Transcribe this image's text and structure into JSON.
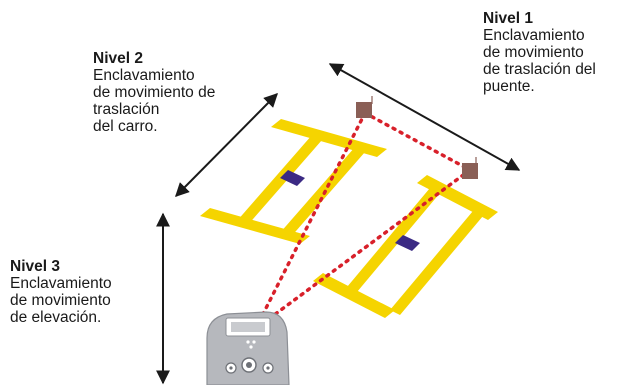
{
  "labels": {
    "level1": {
      "title": "Nivel 1",
      "lines": [
        "Enclavamiento",
        "de movimiento",
        "de traslación del",
        "puente."
      ]
    },
    "level2": {
      "title": "Nivel 2",
      "lines": [
        "Enclavamiento",
        "de movimiento de",
        "traslación",
        "del carro."
      ]
    },
    "level3": {
      "title": "Nivel 3",
      "lines": [
        "Enclavamiento",
        "de movimiento",
        "de elevación."
      ]
    }
  },
  "colors": {
    "crane_frame": "#f5d400",
    "trolley": "#3b2a84",
    "receiver_box": "#8a5f56",
    "signal_dots": "#d8202a",
    "arrows": "#1a1a1a",
    "remote_body": "#b6b8bd",
    "text": "#1a1a1a"
  },
  "icons": {
    "remote": "radio-remote-control-icon",
    "receiver": "crane-receiver-icon"
  }
}
